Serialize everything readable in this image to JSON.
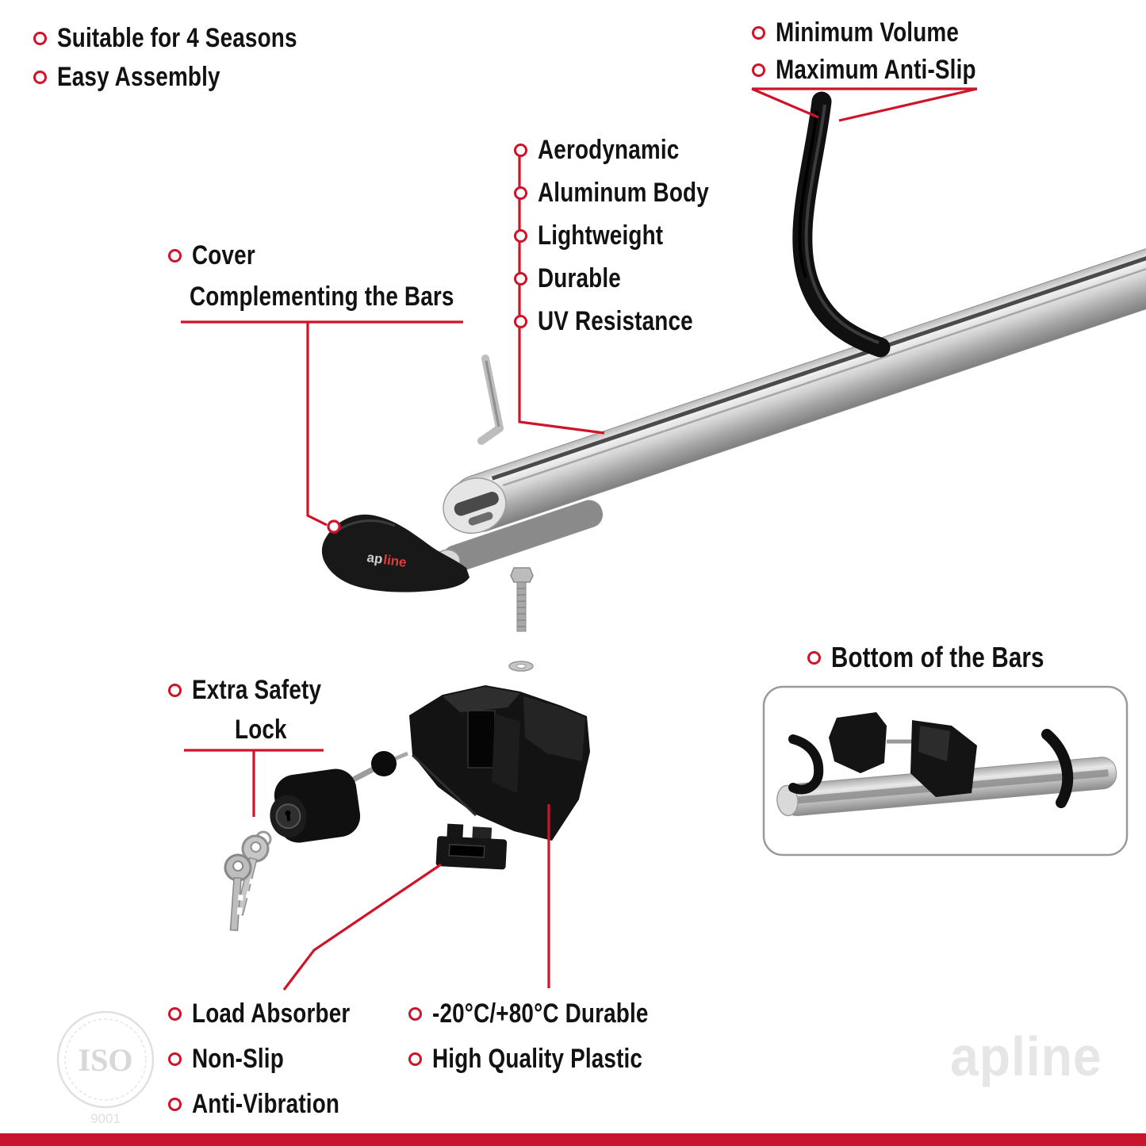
{
  "page": {
    "background": "#ffffff",
    "accent_red": "#cf1429",
    "footer_bar_color": "#c8142e",
    "bar_silver": "#c9c9c9",
    "part_black": "#141414"
  },
  "features": {
    "top_left": [
      "Suitable for 4 Seasons",
      "Easy Assembly"
    ],
    "top_right": [
      "Minimum Volume",
      "Maximum Anti-Slip"
    ],
    "bar_features": [
      "Aerodynamic",
      "Aluminum Body",
      "Lightweight",
      "Durable",
      "UV Resistance"
    ],
    "cover_label": {
      "line1": "Cover",
      "line2": "Complementing the Bars"
    },
    "lock_label": {
      "line1": "Extra Safety",
      "line2": "Lock"
    },
    "bottom_left": [
      "Load Absorber",
      "Non-Slip",
      "Anti-Vibration"
    ],
    "bottom_mid": [
      "-20°C/+80°C Durable",
      "High Quality Plastic"
    ],
    "bottom_bars_title": "Bottom of the Bars"
  },
  "branding": {
    "logo_ap": "ap",
    "logo_line": "line",
    "watermark_logo": "apline",
    "iso_text": "ISO",
    "iso_number": "9001"
  }
}
